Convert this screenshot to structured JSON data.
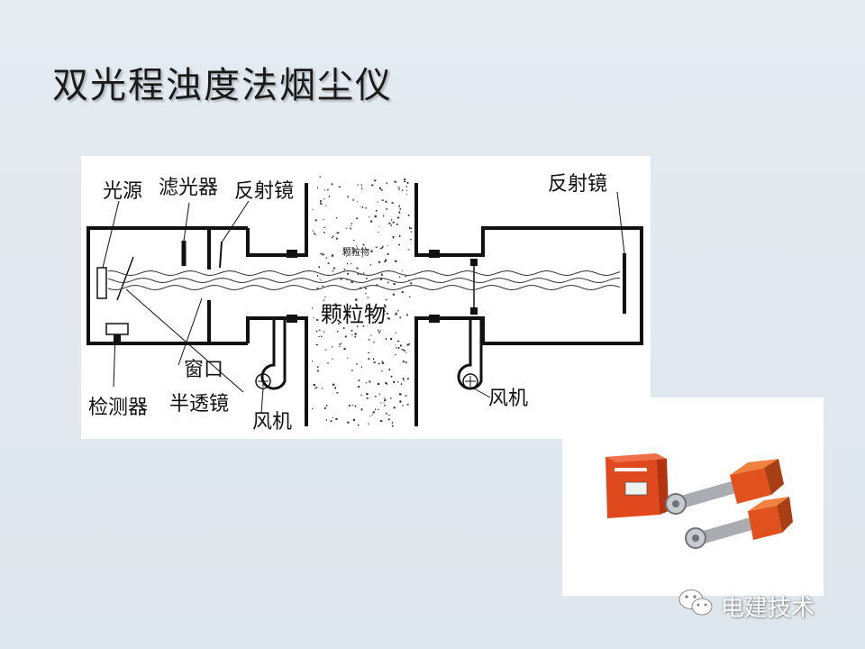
{
  "title": "双光程浊度法烟尘仪",
  "diagram": {
    "labels": {
      "light_source": "光源",
      "filter": "滤光器",
      "reflector_left": "反射镜",
      "reflector_right": "反射镜",
      "particles_small": "颗粒物",
      "particles_large": "颗粒物",
      "window": "窗口",
      "detector": "检测器",
      "half_mirror": "半透镜",
      "fan_left": "风机",
      "fan_right": "风机"
    }
  },
  "watermark": {
    "text": "电建技术",
    "icon": "wechat-icon"
  }
}
